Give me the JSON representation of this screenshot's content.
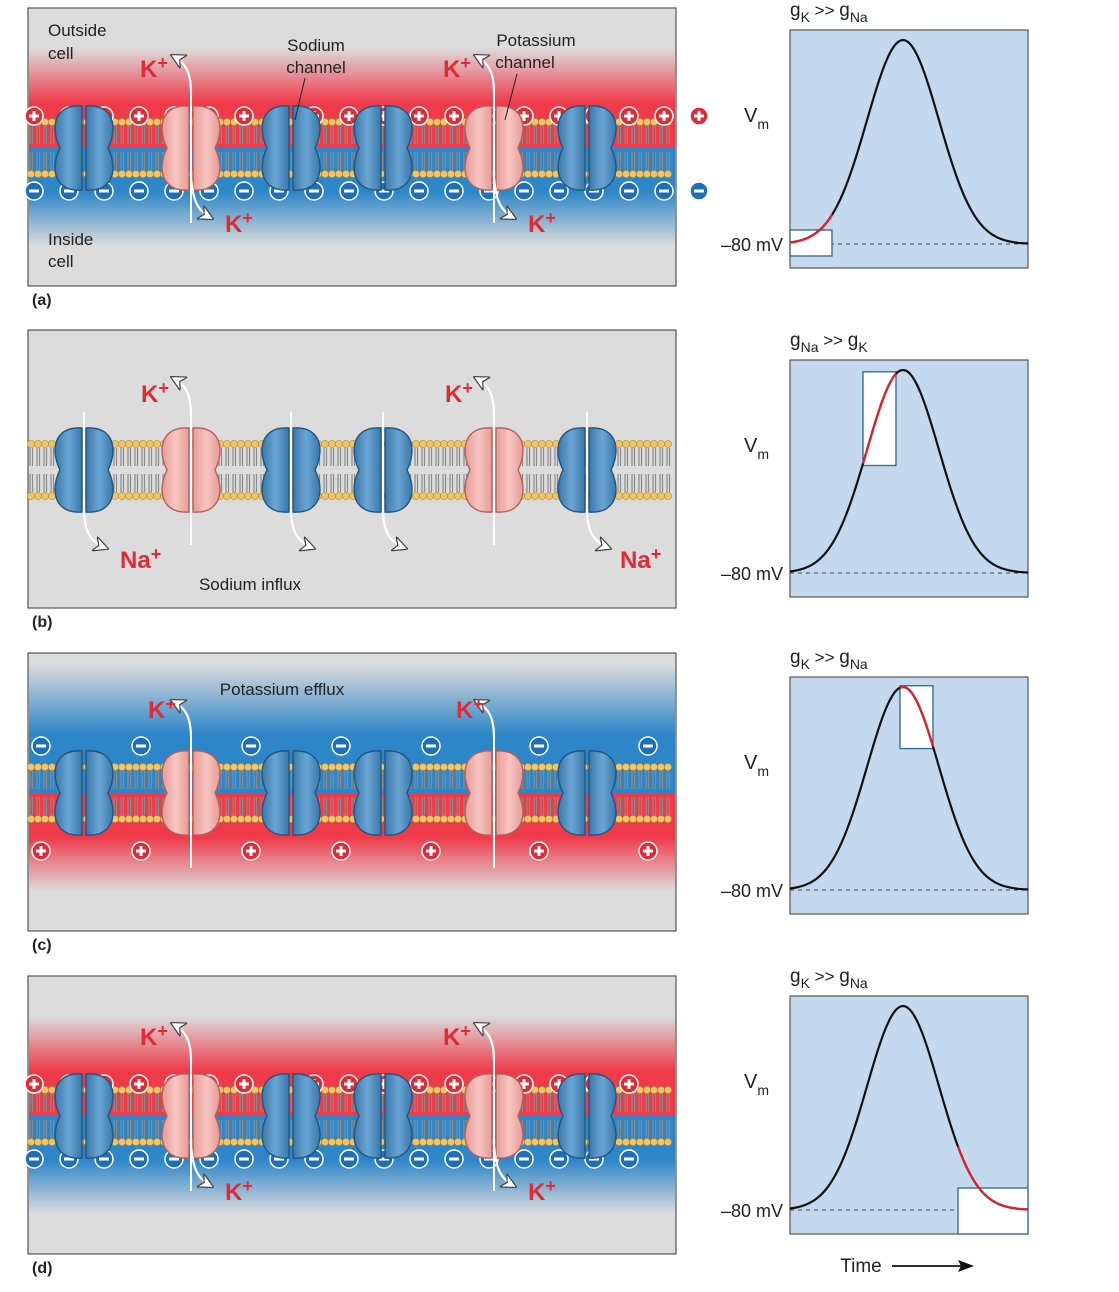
{
  "panels": [
    {
      "letter": "(a)",
      "state": "rest",
      "outside_label": [
        "Outside",
        "cell"
      ],
      "inside_label": [
        "Inside",
        "cell"
      ],
      "sodium_channel_label": [
        "Sodium",
        "channel"
      ],
      "potassium_channel_label": [
        "Potassium",
        "channel"
      ],
      "ion_k": "K+",
      "graph_title": {
        "left": "g",
        "left_sub": "K",
        "op": ">>",
        "right": "g",
        "right_sub": "Na"
      },
      "vm_label": "V",
      "vm_sub": "m",
      "rest_label": "–80 mV",
      "highlight_phase": "rest"
    },
    {
      "letter": "(b)",
      "state": "depolarizing",
      "ion_k": "K+",
      "ion_na": "Na+",
      "caption": "Sodium influx",
      "graph_title": {
        "left": "g",
        "left_sub": "Na",
        "op": ">>",
        "right": "g",
        "right_sub": "K"
      },
      "vm_label": "V",
      "vm_sub": "m",
      "rest_label": "–80 mV",
      "highlight_phase": "rising"
    },
    {
      "letter": "(c)",
      "state": "repolarizing",
      "ion_k": "K+",
      "caption": "Potassium efflux",
      "graph_title": {
        "left": "g",
        "left_sub": "K",
        "op": ">>",
        "right": "g",
        "right_sub": "Na"
      },
      "vm_label": "V",
      "vm_sub": "m",
      "rest_label": "–80 mV",
      "highlight_phase": "falling"
    },
    {
      "letter": "(d)",
      "state": "restored",
      "ion_k": "K+",
      "graph_title": {
        "left": "g",
        "left_sub": "K",
        "op": ">>",
        "right": "g",
        "right_sub": "Na"
      },
      "vm_label": "V",
      "vm_sub": "m",
      "rest_label": "–80 mV",
      "highlight_phase": "after",
      "time_label": "Time"
    }
  ],
  "colors": {
    "sodium_channel": "#4e8ec0",
    "potassium_channel": "#f0aeaa",
    "positive_charge": "#e02a35",
    "negative_charge": "#1e6fb8",
    "graph_bg": "#c5d9ee",
    "highlight_trace": "#e0202a"
  }
}
